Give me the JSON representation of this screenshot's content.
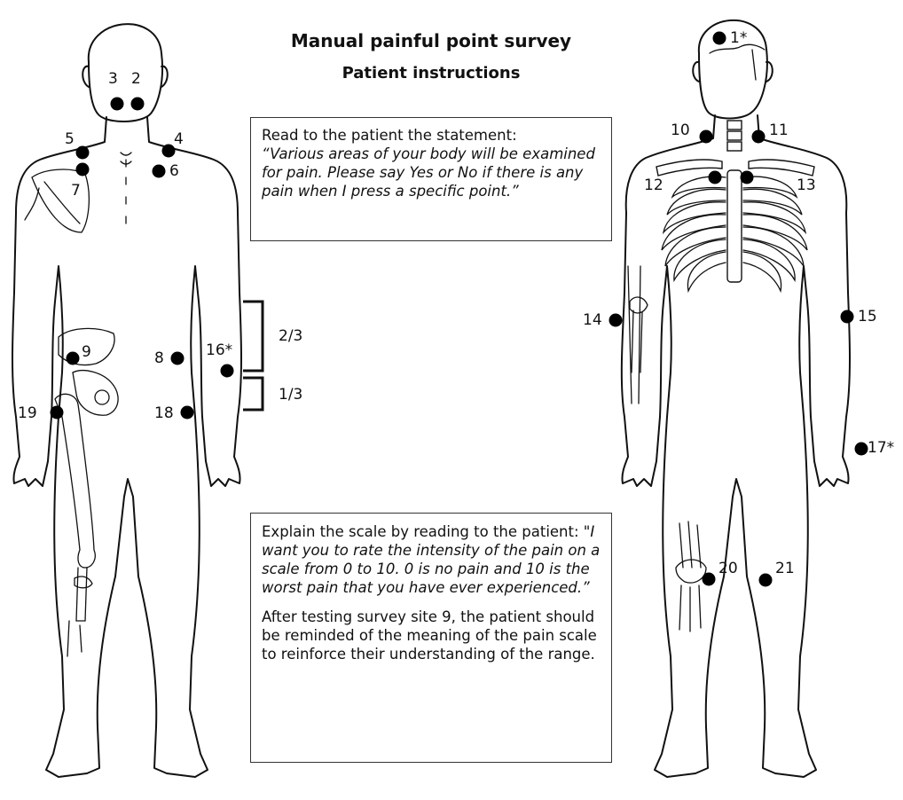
{
  "title": "Manual painful point survey",
  "subtitle": "Patient instructions",
  "box1": {
    "lead": "Read to the patient the statement:",
    "quote": "“Various areas of your body will be examined for pain. Please say Yes or No if there is any pain when I press a specific point.”"
  },
  "box2": {
    "lead": "Explain the scale by reading to the patient: ",
    "quote": "\"I want you to rate the intensity of the pain on a scale from 0 to 10. 0 is no pain and 10 is the worst pain that you have ever experienced.”",
    "note": "After testing survey site 9, the patient should be reminded of the meaning of the pain scale to reinforce their understanding of the range."
  },
  "brackets": {
    "upper": "2/3",
    "lower": "1/3"
  },
  "points": {
    "p1": "1*",
    "p2": "2",
    "p3": "3",
    "p4": "4",
    "p5": "5",
    "p6": "6",
    "p7": "7",
    "p8": "8",
    "p9": "9",
    "p10": "10",
    "p11": "11",
    "p12": "12",
    "p13": "13",
    "p14": "14",
    "p15": "15",
    "p16": "16*",
    "p17": "17*",
    "p18": "18",
    "p19": "19",
    "p20": "20",
    "p21": "21"
  },
  "colors": {
    "dot": "#000000",
    "line": "#111111",
    "box_border": "#333333"
  }
}
